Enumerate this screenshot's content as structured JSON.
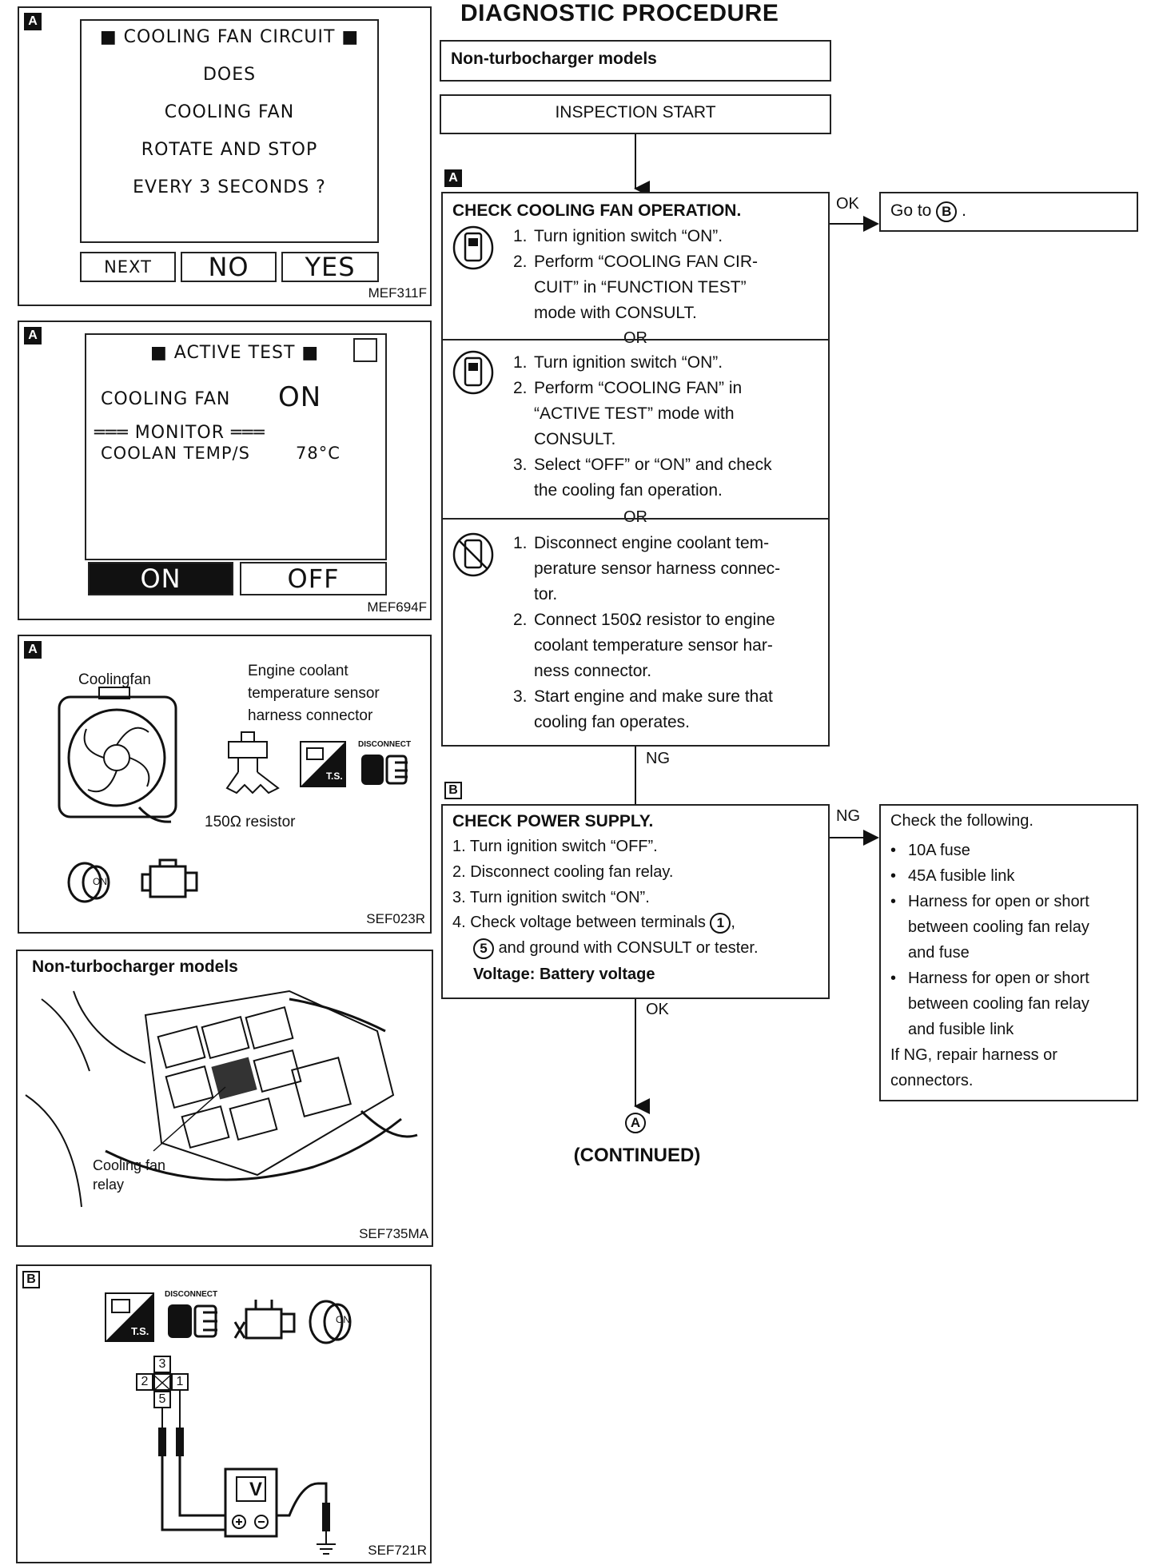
{
  "panel1": {
    "tag": "A",
    "screen_lines": [
      "COOLING FAN CIRCUIT",
      "DOES",
      "COOLING FAN",
      "ROTATE AND STOP",
      "EVERY 3 SECONDS ?"
    ],
    "buttons": [
      "NEXT",
      "NO",
      "YES"
    ],
    "code": "MEF311F"
  },
  "panel2": {
    "tag": "A",
    "title": "ACTIVE TEST",
    "item": "COOLING FAN",
    "item_value": "ON",
    "monitor": "MONITOR",
    "sensor": "COOLAN TEMP/S",
    "sensor_value": "78°C",
    "buttons": [
      "ON",
      "OFF"
    ],
    "code": "MEF694F"
  },
  "panel3": {
    "tag": "A",
    "fan_label": "Coolingfan",
    "connector_label": [
      "Engine coolant",
      "temperature sensor",
      "harness connector"
    ],
    "resistor_label": "150Ω  resistor",
    "disconnect": "DISCONNECT",
    "ts": "T.S.",
    "on": "ON",
    "code": "SEF023R"
  },
  "panel4": {
    "title": "Non-turbocharger models",
    "relay_label": [
      "Cooling fan",
      "relay"
    ],
    "code": "SEF735MA"
  },
  "panel5": {
    "tag": "B",
    "disconnect": "DISCONNECT",
    "ts": "T.S.",
    "on": "ON",
    "terminals": [
      "3",
      "2",
      "1",
      "5"
    ],
    "meter": "V",
    "code": "SEF721R"
  },
  "flow": {
    "heading": "DIAGNOSTIC PROCEDURE",
    "models": "Non-turbocharger models",
    "start": "INSPECTION START",
    "tagA": "A",
    "tagB": "B",
    "boxA": {
      "title": "CHECK COOLING FAN OPERATION.",
      "or": "OR",
      "group1": [
        [
          "1.",
          "Turn ignition switch “ON”."
        ],
        [
          "2.",
          "Perform “COOLING FAN CIR-"
        ],
        [
          "",
          "CUIT” in “FUNCTION TEST”"
        ],
        [
          "",
          "mode with CONSULT."
        ]
      ],
      "group2": [
        [
          "1.",
          "Turn ignition switch “ON”."
        ],
        [
          "2.",
          "Perform “COOLING FAN” in"
        ],
        [
          "",
          "“ACTIVE TEST” mode with"
        ],
        [
          "",
          "CONSULT."
        ],
        [
          "3.",
          "Select “OFF” or “ON” and check"
        ],
        [
          "",
          "the cooling fan operation."
        ]
      ],
      "group3": [
        [
          "1.",
          "Disconnect engine coolant tem-"
        ],
        [
          "",
          "perature sensor harness connec-"
        ],
        [
          "",
          "tor."
        ],
        [
          "2.",
          "Connect 150Ω resistor to engine"
        ],
        [
          "",
          "coolant temperature sensor har-"
        ],
        [
          "",
          "ness connector."
        ],
        [
          "3.",
          "Start engine and make sure that"
        ],
        [
          "",
          "cooling fan operates."
        ]
      ]
    },
    "okA": "OK",
    "goto": "Go to",
    "goto_ref": "B",
    "goto_end": ".",
    "ngA": "NG",
    "boxB": {
      "title": "CHECK POWER SUPPLY.",
      "steps": [
        "1. Turn ignition switch “OFF”.",
        "2. Disconnect cooling fan relay.",
        "3. Turn ignition switch “ON”.",
        "4. Check voltage between terminals"
      ],
      "term1": "1",
      "step4_end": ",",
      "term5": "5",
      "step4b": "and ground with CONSULT or tester.",
      "voltage": "Voltage: Battery voltage"
    },
    "ngB": "NG",
    "check": {
      "title": "Check the following.",
      "items": [
        [
          "10A fuse"
        ],
        [
          "45A fusible link"
        ],
        [
          "Harness for open or short",
          "between cooling fan relay",
          "and fuse"
        ],
        [
          "Harness for open or short",
          "between cooling fan relay",
          "and fusible link"
        ]
      ],
      "footer": [
        "If NG, repair harness or",
        "connectors."
      ]
    },
    "okB": "OK",
    "continued_ref": "A",
    "continued": "(CONTINUED)"
  }
}
